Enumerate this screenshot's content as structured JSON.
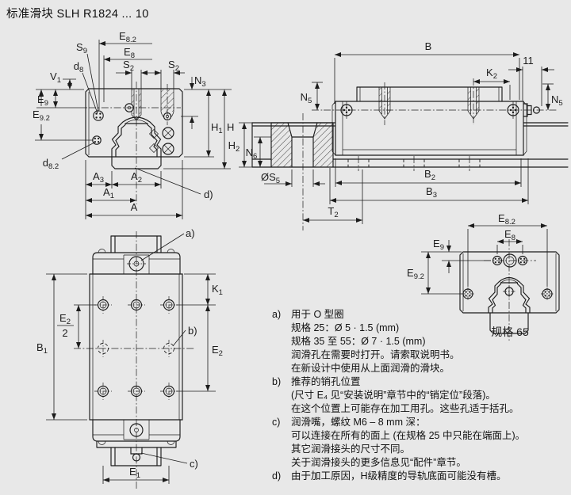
{
  "title": "标准滑块 SLH R1824 ... 10",
  "size_caption": "规格 65",
  "colors": {
    "background": "#e8e8e8",
    "line": "#1c1c1c"
  },
  "dims": {
    "e82": {
      "b": "E",
      "s": "8.2"
    },
    "e8": {
      "b": "E",
      "s": "8"
    },
    "s9": {
      "b": "S",
      "s": "9"
    },
    "d8": {
      "b": "d",
      "s": "8"
    },
    "s2": {
      "b": "S",
      "s": "2"
    },
    "v1": {
      "b": "V",
      "s": "1"
    },
    "n3": {
      "b": "N",
      "s": "3"
    },
    "e9": {
      "b": "E",
      "s": "9"
    },
    "e92": {
      "b": "E",
      "s": "9.2"
    },
    "h1": {
      "b": "H",
      "s": "1"
    },
    "h": {
      "b": "H",
      "s": ""
    },
    "d82": {
      "b": "d",
      "s": "8.2"
    },
    "a3": {
      "b": "A",
      "s": "3"
    },
    "a2": {
      "b": "A",
      "s": "2"
    },
    "a1": {
      "b": "A",
      "s": "1"
    },
    "a": {
      "b": "A",
      "s": ""
    },
    "b": {
      "b": "B",
      "s": ""
    },
    "k2": {
      "b": "K",
      "s": "2"
    },
    "d11": {
      "b": "11",
      "s": ""
    },
    "n5": {
      "b": "N",
      "s": "5"
    },
    "h2": {
      "b": "H",
      "s": "2"
    },
    "n6": {
      "b": "N",
      "s": "6"
    },
    "os5": {
      "b": "ØS",
      "s": "5"
    },
    "b2": {
      "b": "B",
      "s": "2"
    },
    "b3": {
      "b": "B",
      "s": "3"
    },
    "t2": {
      "b": "T",
      "s": "2"
    },
    "k1": {
      "b": "K",
      "s": "1"
    },
    "e2": {
      "b": "E",
      "s": "2"
    },
    "e2_den": "2",
    "b1": {
      "b": "B",
      "s": "1"
    },
    "e1": {
      "b": "E",
      "s": "1"
    }
  },
  "notes": [
    {
      "marker": "a)",
      "lines": [
        "用于 O 型圈",
        "规格 25：Ø 5 · 1.5 (mm)",
        "规格 35 至 55：Ø 7 · 1.5 (mm)",
        "润滑孔在需要时打开。请索取说明书。",
        "在新设计中使用从上面润滑的滑块。"
      ]
    },
    {
      "marker": "b)",
      "lines": [
        "推荐的销孔位置",
        "(尺寸 E₄ 见“安装说明”章节中的“销定位”段落)。",
        "在这个位置上可能存在加工用孔。这些孔适于括孔。"
      ]
    },
    {
      "marker": "c)",
      "lines": [
        "润滑嘴，螺纹 M6 – 8 mm 深：",
        "可以连接在所有的面上 (在规格 25 中只能在端面上)。",
        "其它润滑接头的尺寸不同。",
        "关于润滑接头的更多信息见“配件”章节。"
      ]
    },
    {
      "marker": "d)",
      "lines": [
        "由于加工原因，H级精度的导轨底面可能没有槽。"
      ]
    }
  ]
}
